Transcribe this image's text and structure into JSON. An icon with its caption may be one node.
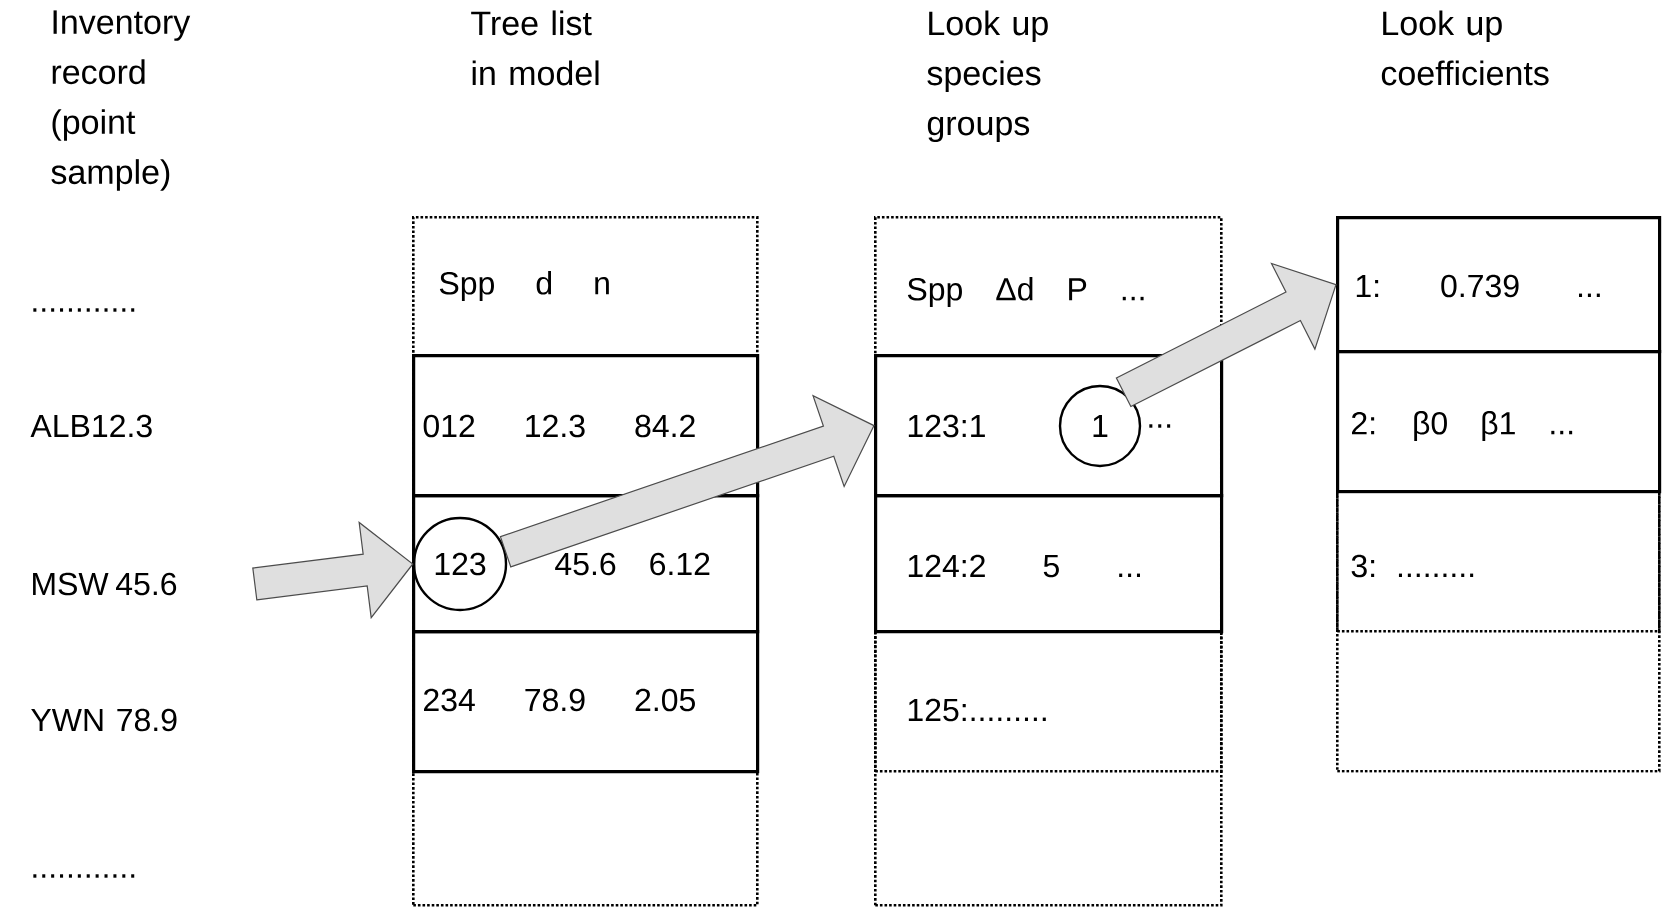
{
  "diagram": {
    "nodes": [
      {
        "text": [
          "MSW 45.6"
        ]
      },
      {
        "text": [
          "Spp d n"
        ]
      },
      {
        "text": [
          "012 12.3 84.2"
        ],
        "in": 1
      },
      {
        "text": [
          "45.6 6.12"
        ],
        "in": 1
      },
      {
        "text": [
          "123"
        ],
        "in": 3
      },
      {
        "text": [
          "234 78.9 2.05"
        ],
        "in": 1
      },
      {
        "text": [
          "Spp Δd P ..."
        ]
      },
      {
        "text": [
          "123:1",
          "..."
        ],
        "in": 6
      },
      {
        "text": [
          "1"
        ],
        "in": 7
      },
      {
        "text": [
          "124:2 5 ..."
        ],
        "in": 6
      },
      {
        "text": [
          "125:........."
        ],
        "in": 6
      },
      {
        "text": [],
        "shape": "box"
      },
      {
        "text": [
          "1: 0.739 ..."
        ],
        "in": 11
      },
      {
        "text": [
          "2: β0 β1 ..."
        ],
        "in": 11
      },
      {
        "text": [
          "3: ........."
        ],
        "in": 11
      }
    ],
    "edges": [
      {
        "from": 0,
        "to": 4,
        "arrow": "to"
      },
      {
        "from": 4,
        "to": 7,
        "arrow": "to"
      },
      {
        "from": 8,
        "to": 12,
        "arrow": "to"
      }
    ],
    "labels": [
      "Inventory record (point sample)",
      "Tree list in model",
      "Look up species groups",
      "Look up coefficients",
      "............",
      "ALB12.3",
      "YWN 78.9",
      "............"
    ]
  }
}
